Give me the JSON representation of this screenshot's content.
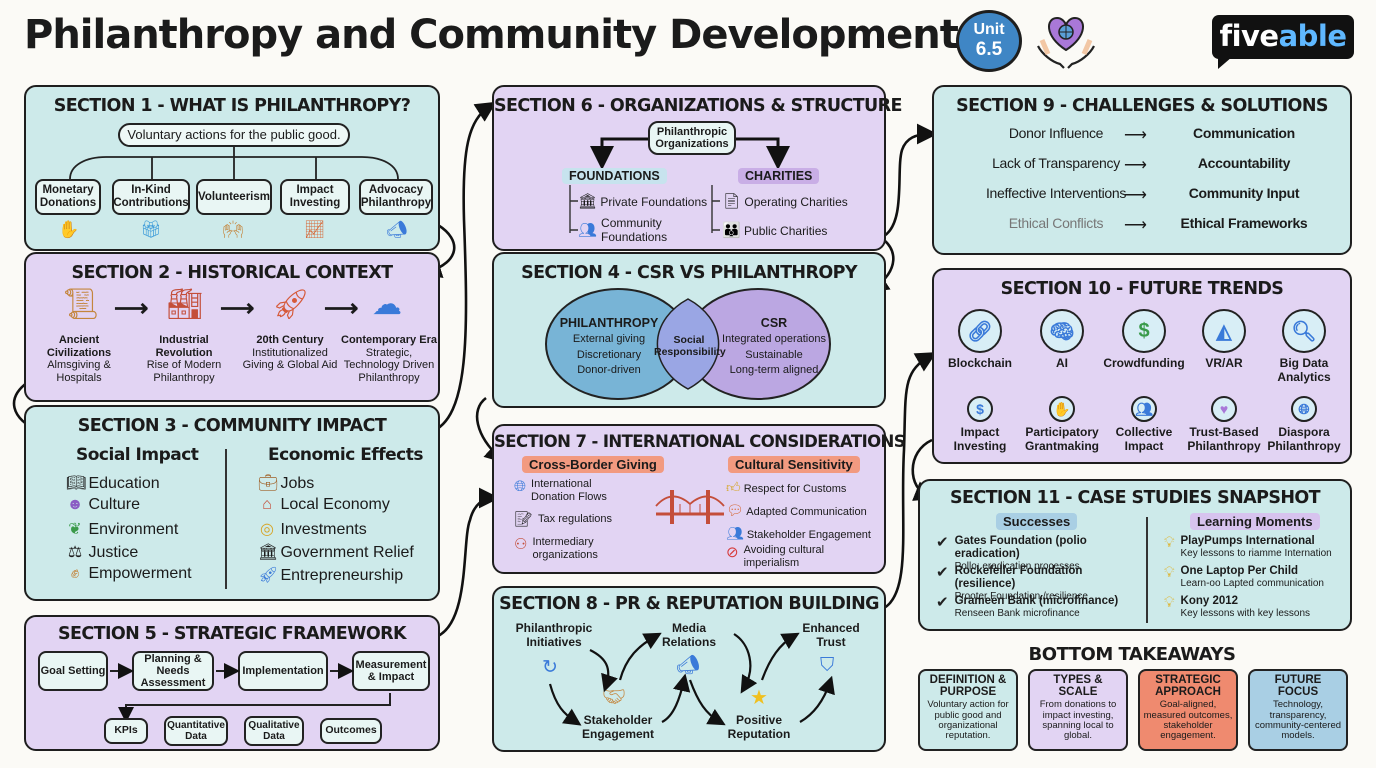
{
  "header": {
    "title": "Philanthropy and Community Development",
    "unit_label": "Unit",
    "unit_number": "6.5",
    "brand_a": "five",
    "brand_b": "able"
  },
  "s1": {
    "title": "SECTION 1 - WHAT IS PHILANTHROPY?",
    "definition": "Voluntary actions for the public good.",
    "items": [
      {
        "label": "Monetary Donations",
        "icon": "money-hand-icon"
      },
      {
        "label": "In-Kind Contributions",
        "icon": "gift-icon"
      },
      {
        "label": "Volunteerism",
        "icon": "raised-hands-icon"
      },
      {
        "label": "Impact Investing",
        "icon": "growth-chart-icon"
      },
      {
        "label": "Advocacy Philanthropy",
        "icon": "megaphone-icon"
      }
    ]
  },
  "s2": {
    "title": "SECTION 2 - HISTORICAL CONTEXT",
    "eras": [
      {
        "name": "Ancient Civilizations",
        "desc": "Almsgiving & Hospitals",
        "icon": "scroll-icon"
      },
      {
        "name": "Industrial Revolution",
        "desc": "Rise of Modern Philanthropy",
        "icon": "factory-icon"
      },
      {
        "name": "20th Century",
        "desc": "Institutionalized Giving & Global Aid",
        "icon": "rocket-icon"
      },
      {
        "name": "Contemporary Era",
        "desc": "Strategic, Technology Driven Philanthropy",
        "icon": "cloud-network-icon"
      }
    ]
  },
  "s3": {
    "title": "SECTION 3 - COMMUNITY IMPACT",
    "social_heading": "Social Impact",
    "economic_heading": "Economic Effects",
    "social": [
      {
        "label": "Education",
        "icon": "book-icon"
      },
      {
        "label": "Culture",
        "icon": "theater-mask-icon"
      },
      {
        "label": "Environment",
        "icon": "sprout-icon"
      },
      {
        "label": "Justice",
        "icon": "scales-icon"
      },
      {
        "label": "Empowerment",
        "icon": "raised-fist-icon"
      }
    ],
    "economic": [
      {
        "label": "Jobs",
        "icon": "briefcase-icon"
      },
      {
        "label": "Local Economy",
        "icon": "storefront-icon"
      },
      {
        "label": "Investments",
        "icon": "coins-icon"
      },
      {
        "label": "Government Relief",
        "icon": "government-building-icon"
      },
      {
        "label": "Entrepreneurship",
        "icon": "rocket-icon"
      }
    ]
  },
  "s5": {
    "title": "SECTION 5 - STRATEGIC FRAMEWORK",
    "steps": [
      "Goal Setting",
      "Planning & Needs Assessment",
      "Implementation",
      "Measurement & Impact"
    ],
    "metrics": [
      "KPIs",
      "Quantitative Data",
      "Qualitative Data",
      "Outcomes"
    ]
  },
  "s6": {
    "title": "SECTION 6 - ORGANIZATIONS & STRUCTURE",
    "root": "Philanthropic Organizations",
    "foundations_label": "FOUNDATIONS",
    "charities_label": "CHARITIES",
    "foundations": [
      {
        "label": "Private Foundations",
        "icon": "bank-icon"
      },
      {
        "label": "Community Foundations",
        "icon": "people-group-icon"
      }
    ],
    "charities": [
      {
        "label": "Operating Charities",
        "icon": "document-icon"
      },
      {
        "label": "Public Charities",
        "icon": "people-icon"
      }
    ]
  },
  "s4": {
    "title": "SECTION 4 - CSR VS PHILANTHROPY",
    "left_title": "PHILANTHROPY",
    "left_items": [
      "External giving",
      "Discretionary",
      "Donor-driven"
    ],
    "right_title": "CSR",
    "right_items": [
      "Integrated operations",
      "Sustainable",
      "Long-term aligned"
    ],
    "overlap": "Social Responsibility"
  },
  "s7": {
    "title": "SECTION 7 - INTERNATIONAL CONSIDERATIONS",
    "left_label": "Cross-Border Giving",
    "right_label": "Cultural Sensitivity",
    "left": [
      {
        "label": "International Donation Flows",
        "icon": "globe-network-icon"
      },
      {
        "label": "Tax regulations",
        "icon": "tax-document-icon"
      },
      {
        "label": "Intermediary organizations",
        "icon": "org-chart-icon"
      }
    ],
    "right": [
      {
        "label": "Respect for Customs",
        "icon": "thumbs-up-icon"
      },
      {
        "label": "Adapted Communication",
        "icon": "chat-bubbles-icon"
      },
      {
        "label": "Stakeholder Engagement",
        "icon": "people-icon"
      },
      {
        "label": "Avoiding cultural imperialism",
        "icon": "prohibited-icon"
      }
    ],
    "bridge_icon": "bridge-icon"
  },
  "s8": {
    "title": "SECTION 8 - PR & REPUTATION BUILDING",
    "nodes": {
      "initiatives": "Philanthropic Initiatives",
      "media": "Media Relations",
      "trust": "Enhanced Trust",
      "stakeholder": "Stakeholder Engagement",
      "reputation": "Positive Reputation"
    }
  },
  "s9": {
    "title": "SECTION 9 - CHALLENGES & SOLUTIONS",
    "rows": [
      {
        "challenge": "Donor Influence",
        "solution": "Communication"
      },
      {
        "challenge": "Lack of Transparency",
        "solution": "Accountability"
      },
      {
        "challenge": "Ineffective Interventions",
        "solution": "Community Input"
      },
      {
        "challenge": "Ethical Conflicts",
        "solution": "Ethical Frameworks"
      }
    ]
  },
  "s10": {
    "title": "SECTION 10 - FUTURE TRENDS",
    "top": [
      {
        "label": "Blockchain",
        "icon": "chain-link-icon"
      },
      {
        "label": "AI",
        "icon": "brain-icon"
      },
      {
        "label": "Crowdfunding",
        "icon": "crowdfunding-icon"
      },
      {
        "label": "VR/AR",
        "icon": "vr-headset-icon"
      },
      {
        "label": "Big Data Analytics",
        "icon": "magnifier-icon"
      }
    ],
    "bottom": [
      {
        "label": "Impact Investing",
        "icon": "dollar-coin-icon"
      },
      {
        "label": "Participatory Grantmaking",
        "icon": "hand-money-icon"
      },
      {
        "label": "Collective Impact",
        "icon": "people-group-icon"
      },
      {
        "label": "Trust-Based Philanthropy",
        "icon": "heart-hand-icon"
      },
      {
        "label": "Diaspora Philanthropy",
        "icon": "globe-icon"
      }
    ]
  },
  "s11": {
    "title": "SECTION 11 - CASE STUDIES SNAPSHOT",
    "successes_label": "Successes",
    "learning_label": "Learning Moments",
    "successes": [
      {
        "name": "Gates Foundation (polio eradication)",
        "desc": "Pollo: eradication processes"
      },
      {
        "name": "Rockefeller Foundation (resilience)",
        "desc": "Prooter Foundation,/resilience"
      },
      {
        "name": "Grameen Bank (microfinance)",
        "desc": "Renseen Bank microfinance"
      }
    ],
    "learning": [
      {
        "name": "PlayPumps International",
        "desc": "Key lessons to riamme Internation"
      },
      {
        "name": "One Laptop Per Child",
        "desc": "Learn-oo Lapted communication"
      },
      {
        "name": "Kony 2012",
        "desc": "Key lessons with key lessons"
      }
    ]
  },
  "takeaways": {
    "title": "BOTTOM TAKEAWAYS",
    "cards": [
      {
        "title": "DEFINITION & PURPOSE",
        "body": "Voluntary action for public good and organizational reputation.",
        "color": "#cdeaea"
      },
      {
        "title": "TYPES & SCALE",
        "body": "From donations to impact investing, spanning local to global.",
        "color": "#e2d4f3"
      },
      {
        "title": "STRATEGIC APPROACH",
        "body": "Goal-aligned, measured outcomes, stakeholder engagement.",
        "color": "#ef8a6f"
      },
      {
        "title": "FUTURE FOCUS",
        "body": "Technology, transparency, community-centered models.",
        "color": "#a9cfe4"
      }
    ]
  },
  "colors": {
    "teal": "#cdeaea",
    "purple": "#e2d4f3",
    "unit_badge": "#3f86c5",
    "brand_bg": "#111111",
    "accent_blue": "#3a9ad9",
    "tag_orange": "#f29a80"
  }
}
